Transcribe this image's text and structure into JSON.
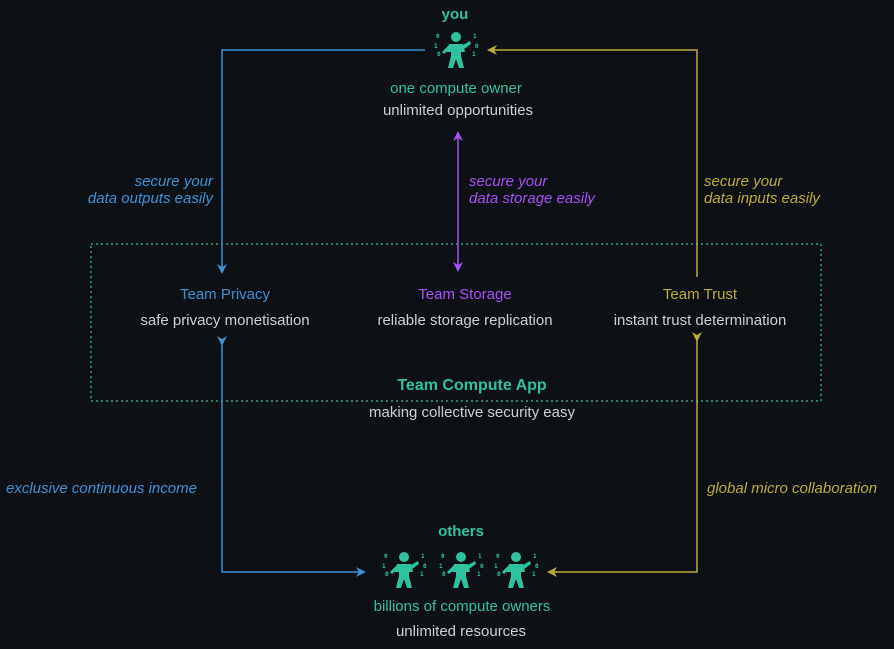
{
  "you": {
    "title": "you",
    "line1": "one compute owner",
    "line2": "unlimited opportunities"
  },
  "others": {
    "title": "others",
    "line1": "billions of compute owners",
    "line2": "unlimited resources"
  },
  "app": {
    "title": "Team Compute App",
    "subtitle": "making collective security easy"
  },
  "teams": [
    {
      "name": "Team Privacy",
      "desc": "safe privacy monetisation"
    },
    {
      "name": "Team Storage",
      "desc": "reliable storage replication"
    },
    {
      "name": "Team Trust",
      "desc": "instant trust determination"
    }
  ],
  "edges": {
    "outputs": {
      "line1": "secure your",
      "line2": "data outputs easily"
    },
    "storage": {
      "line1": "secure your",
      "line2": "data storage easily"
    },
    "inputs": {
      "line1": "secure your",
      "line2": "data inputs easily"
    },
    "income": "exclusive continuous income",
    "collab": "global micro collaboration"
  },
  "colors": {
    "teal": "#2fc29e",
    "blue": "#3d92d6",
    "purple": "#a451f5",
    "olive": "#bcad38",
    "background": "#0d1014"
  },
  "icons": [
    "person-binary-icon"
  ]
}
